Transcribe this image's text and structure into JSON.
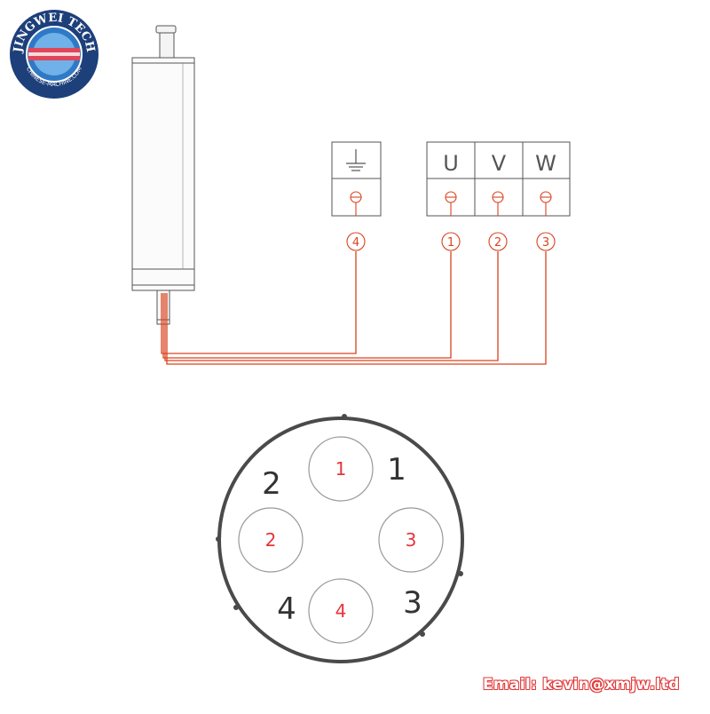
{
  "brand": {
    "name": "JINGWEI TECH",
    "site": "CHINESE-MACHINE.COM",
    "colors": {
      "ring": "#1d3f7a",
      "inner": "#2f79c6",
      "band": "#e0465a"
    }
  },
  "terminal_block_ground": {
    "symbol": "ground-symbol",
    "circled_number": "4"
  },
  "terminal_block_phases": [
    {
      "label": "U",
      "circled_number": "1"
    },
    {
      "label": "V",
      "circled_number": "2"
    },
    {
      "label": "W",
      "circled_number": "3"
    }
  ],
  "connector": {
    "pins": [
      {
        "pin_number": "1",
        "outer_label": "1"
      },
      {
        "pin_number": "2",
        "outer_label": "2"
      },
      {
        "pin_number": "3",
        "outer_label": "3"
      },
      {
        "pin_number": "4",
        "outer_label": "4"
      }
    ]
  },
  "footer": {
    "email": "Email: kevin@xmjw.ltd"
  },
  "colors": {
    "wire": "#d9431e",
    "pin_text": "#e8333a",
    "line": "#555555",
    "ring": "#4a4a4a"
  }
}
